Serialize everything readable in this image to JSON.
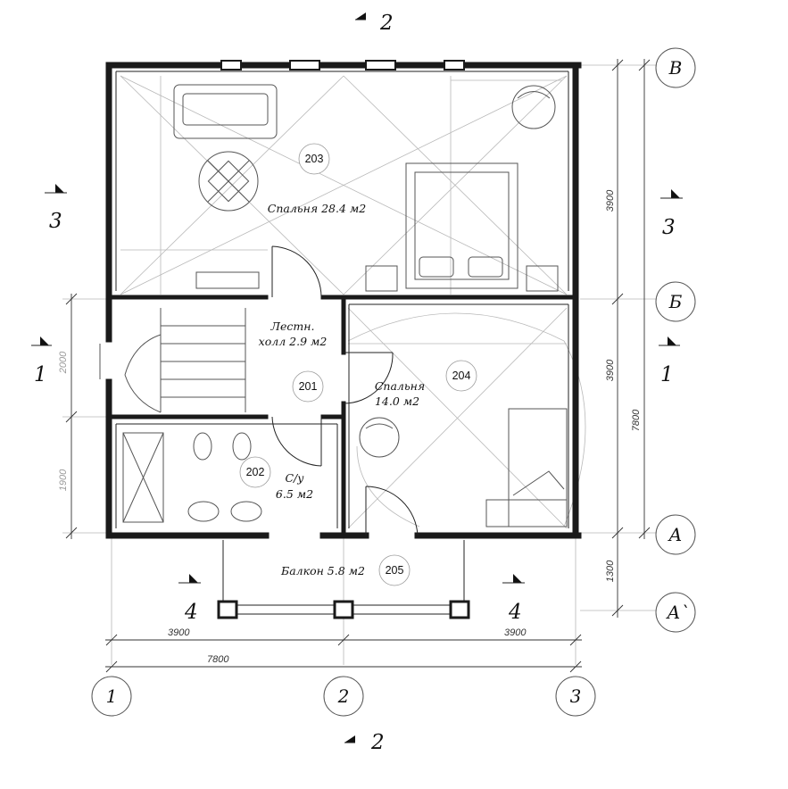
{
  "rooms": [
    {
      "tag": "203",
      "label": "Спальня 28.4 м2"
    },
    {
      "tag": "201",
      "label_line1": "Лестн.",
      "label_line2": "холл 2.9 м2"
    },
    {
      "tag": "204",
      "label_line1": "Спальня",
      "label_line2": "14.0 м2"
    },
    {
      "tag": "202",
      "label_line1": "С/у",
      "label_line2": "6.5 м2"
    },
    {
      "tag": "205",
      "label": "Балкон 5.8 м2"
    }
  ],
  "axes": {
    "vertical": [
      "1",
      "2",
      "3"
    ],
    "horizontal": [
      "В",
      "Б",
      "А",
      "А`"
    ]
  },
  "section_marks": {
    "top": "2",
    "bottom": "2",
    "left_upper": "3",
    "right_upper": "3",
    "left_middle": "1",
    "right_middle": "1",
    "balcony_left": "4",
    "balcony_right": "4"
  },
  "dimensions": {
    "bottom_left": "3900",
    "bottom_right": "3900",
    "bottom_total": "7800",
    "right_upper": "3900",
    "right_lower": "3900",
    "right_total": "7800",
    "right_balcony": "1300",
    "left_stair": "2000",
    "left_bath": "1900"
  }
}
